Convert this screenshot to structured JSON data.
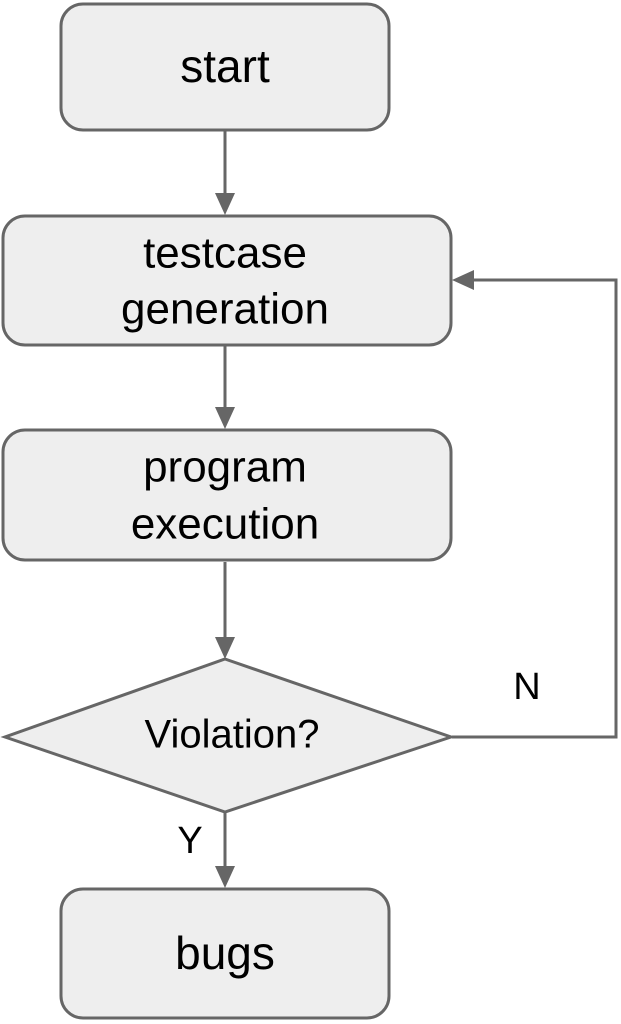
{
  "diagram": {
    "type": "flowchart",
    "orientation": "vertical",
    "colors": {
      "node_fill": "#eeeeee",
      "node_stroke": "#666666",
      "edge_stroke": "#666666",
      "text": "#000000",
      "background": "#ffffff"
    },
    "nodes": [
      {
        "id": "start",
        "shape": "rounded-rectangle",
        "label": "start",
        "lines": [
          "start"
        ]
      },
      {
        "id": "testcase-generation",
        "shape": "rounded-rectangle",
        "label": "testcase generation",
        "lines": [
          "testcase",
          "generation"
        ]
      },
      {
        "id": "program-execution",
        "shape": "rounded-rectangle",
        "label": "program execution",
        "lines": [
          "program",
          "execution"
        ]
      },
      {
        "id": "violation-decision",
        "shape": "diamond",
        "label": "Violation?",
        "lines": [
          "Violation?"
        ]
      },
      {
        "id": "bugs",
        "shape": "rounded-rectangle",
        "label": "bugs",
        "lines": [
          "bugs"
        ]
      }
    ],
    "edges": [
      {
        "id": "start-to-testcase",
        "from": "start",
        "to": "testcase-generation",
        "label": ""
      },
      {
        "id": "testcase-to-execution",
        "from": "testcase-generation",
        "to": "program-execution",
        "label": ""
      },
      {
        "id": "execution-to-violation",
        "from": "program-execution",
        "to": "violation-decision",
        "label": ""
      },
      {
        "id": "violation-yes-to-bugs",
        "from": "violation-decision",
        "to": "bugs",
        "label": "Y"
      },
      {
        "id": "violation-no-to-testcase",
        "from": "violation-decision",
        "to": "testcase-generation",
        "label": "N"
      }
    ]
  }
}
